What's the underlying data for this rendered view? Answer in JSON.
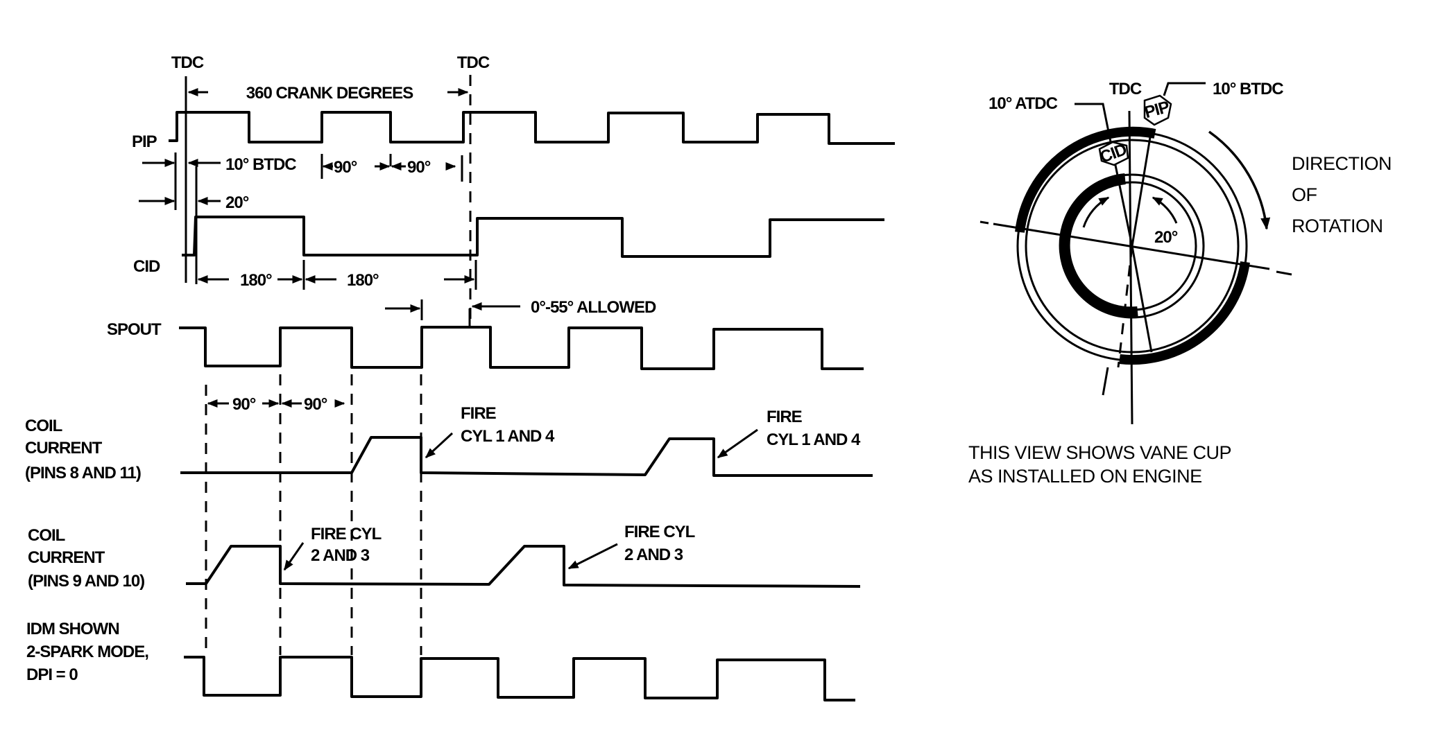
{
  "diagram": {
    "title_labels": {
      "tdc_left": "TDC",
      "tdc_right": "TDC",
      "crank_span": "360 CRANK DEGREES"
    },
    "signals": [
      {
        "id": "pip",
        "label": [
          "PIP"
        ]
      },
      {
        "id": "cid",
        "label": [
          "CID"
        ]
      },
      {
        "id": "spout",
        "label": [
          "SPOUT"
        ]
      },
      {
        "id": "coil_8_11",
        "label": [
          "COIL",
          "CURRENT",
          "(PINS 8 AND 11)"
        ]
      },
      {
        "id": "coil_9_10",
        "label": [
          "COIL",
          "CURRENT",
          "(PINS 9 AND 10)"
        ]
      },
      {
        "id": "idm",
        "label": [
          "IDM SHOWN",
          "2-SPARK MODE,",
          "DPI = 0"
        ]
      }
    ],
    "dimensions": {
      "pip_offset": "10° BTDC",
      "pip_90_a": "90°",
      "pip_90_b": "90°",
      "cid_offset": "20°",
      "cid_180_a": "180°",
      "cid_180_b": "180°",
      "spout_allowed": "0°-55° ALLOWED",
      "coil_90_a": "90°",
      "coil_90_b": "90°"
    },
    "annotations": {
      "fire_1_4_a": [
        "FIRE",
        "CYL 1 AND 4"
      ],
      "fire_1_4_b": [
        "FIRE",
        "CYL 1 AND 4"
      ],
      "fire_2_3_a": [
        "FIRE CYL",
        "2 AND 3"
      ],
      "fire_2_3_b": [
        "FIRE CYL",
        "2 AND 3"
      ]
    },
    "vane_cup": {
      "label_atdc": "10° ATDC",
      "label_tdc": "TDC",
      "label_btdc": "10° BTDC",
      "badge_pip": "PIP",
      "badge_cid": "CID",
      "angle": "20°",
      "direction": [
        "DIRECTION",
        "OF",
        "ROTATION"
      ],
      "caption": [
        "THIS VIEW SHOWS VANE CUP",
        "AS INSTALLED ON ENGINE"
      ]
    }
  }
}
